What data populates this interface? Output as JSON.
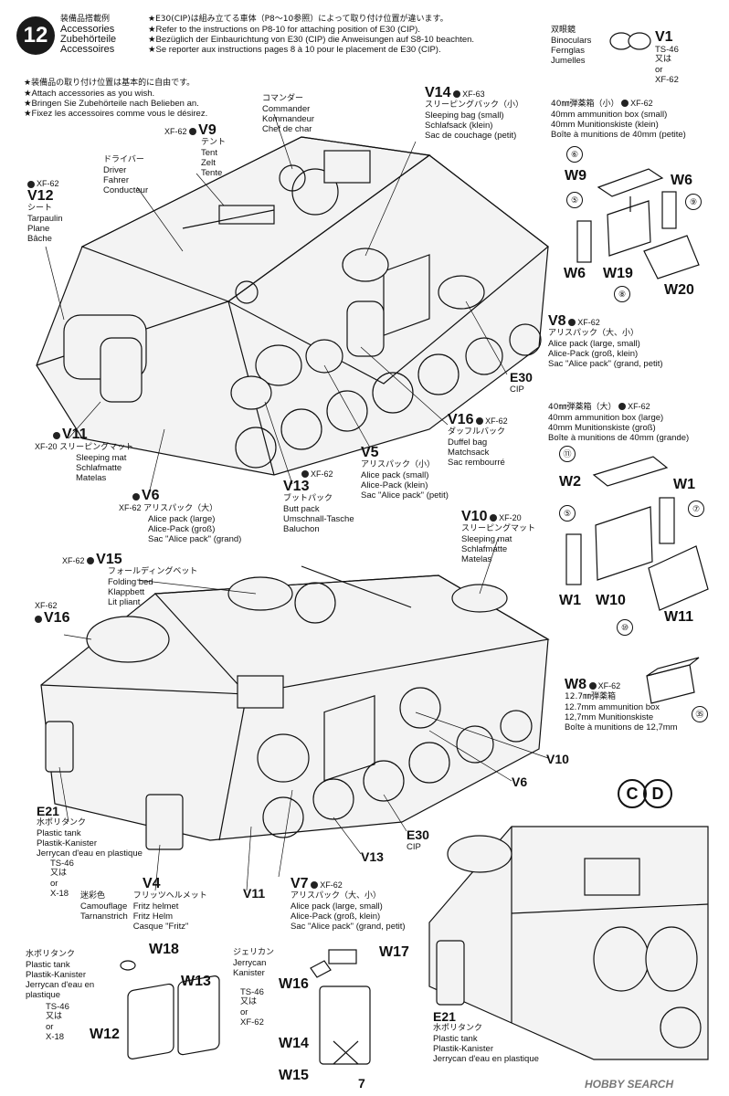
{
  "step": {
    "number": "12",
    "title_jp": "装備品搭載例",
    "title_en": "Accessories",
    "title_de": "Zubehörteile",
    "title_fr": "Accessoires",
    "note_jp": "★E30(CIP)は組み立てる車体（P8〜10参照）によって取り付け位置が違います。",
    "note_en": "★Refer to the instructions on P8-10 for attaching position of E30 (CIP).",
    "note_de": "★Bezüglich der Einbaurichtung von E30 (CIP) die Anweisungen auf S8-10 beachten.",
    "note_fr": "★Se reporter aux instructions pages 8 à 10 pour le placement de E30 (CIP).",
    "wish_jp": "★装備品の取り付け位置は基本的に自由です。",
    "wish_en": "★Attach accessories as you wish.",
    "wish_de": "★Bringen Sie Zubehörteile nach Belieben an.",
    "wish_fr": "★Fixez les accessoires comme vous le désirez."
  },
  "labels": {
    "commander": {
      "jp": "コマンダー",
      "en": "Commander",
      "de": "Kommandeur",
      "fr": "Chef de char"
    },
    "v9": {
      "paint": "XF-62",
      "code": "V9",
      "jp": "テント",
      "en": "Tent",
      "de": "Zelt",
      "fr": "Tente"
    },
    "driver": {
      "jp": "ドライバー",
      "en": "Driver",
      "de": "Fahrer",
      "fr": "Conducteur"
    },
    "v12": {
      "paint": "XF-62",
      "code": "V12",
      "jp": "シート",
      "en": "Tarpaulin",
      "de": "Plane",
      "fr": "Bâche"
    },
    "v14": {
      "paint": "XF-63",
      "code": "V14",
      "jp": "スリーピングバック（小）",
      "en": "Sleeping bag (small)",
      "de": "Schlafsack (klein)",
      "fr": "Sac de couchage (petit)"
    },
    "e30_top": {
      "code": "E30",
      "sub": "CIP"
    },
    "v11": {
      "paint": "XF-20",
      "code": "V11",
      "jp": "スリーピングマット",
      "en": "Sleeping mat",
      "de": "Schlafmatte",
      "fr": "Matelas"
    },
    "v6": {
      "paint": "XF-62",
      "code": "V6",
      "jp": "アリスパック（大）",
      "en": "Alice pack (large)",
      "de": "Alice-Pack (groß)",
      "fr": "Sac \"Alice pack\" (grand)"
    },
    "v5": {
      "code": "V5",
      "jp": "アリスパック（小）",
      "en": "Alice pack (small)",
      "de": "Alice-Pack (klein)",
      "fr": "Sac \"Alice pack\" (petit)"
    },
    "v13": {
      "paint": "XF-62",
      "code": "V13",
      "jp": "ブットパック",
      "en": "Butt pack",
      "de": "Umschnall-Tasche",
      "fr": "Baluchon"
    },
    "v16": {
      "paint": "XF-62",
      "code": "V16",
      "jp": "ダッフルバック",
      "en": "Duffel bag",
      "de": "Matchsack",
      "fr": "Sac rembourré"
    },
    "v15": {
      "paint": "XF-62",
      "code": "V15",
      "jp": "フォールディングベット",
      "en": "Folding bed",
      "de": "Klappbett",
      "fr": "Lit pliant"
    },
    "v16b": {
      "paint": "XF-62",
      "code": "V16"
    },
    "v10": {
      "paint": "XF-20",
      "code": "V10",
      "jp": "スリーピングマット",
      "en": "Sleeping mat",
      "de": "Schlafmatte",
      "fr": "Matelas"
    },
    "e21": {
      "code": "E21",
      "jp": "水ポリタンク",
      "en": "Plastic tank",
      "de": "Plastik-Kanister",
      "fr": "Jerrycan d'eau en plastique",
      "paint1": "TS-46",
      "or_jp": "又は",
      "or_en": "or",
      "paint2": "X-18"
    },
    "v4": {
      "code": "V4",
      "jp_c": "迷彩色",
      "en_c": "Camouflage",
      "de_c": "Tarnanstrich",
      "jp": "フリッツヘルメット",
      "en": "Fritz helmet",
      "de": "Fritz Helm",
      "fr": "Casque \"Fritz\""
    },
    "v7": {
      "paint": "XF-62",
      "code": "V7",
      "jp": "アリスパック（大、小）",
      "en": "Alice pack (large, small)",
      "de": "Alice-Pack (groß, klein)",
      "fr": "Sac \"Alice pack\" (grand, petit)"
    },
    "e30_bottom": {
      "code": "E30",
      "sub": "CIP"
    },
    "v13b": {
      "code": "V13"
    },
    "v11b": {
      "code": "V11"
    },
    "v10b": {
      "code": "V10"
    },
    "v6b": {
      "code": "V6"
    }
  },
  "right_panel": {
    "binoculars": {
      "jp": "双眼鏡",
      "en": "Binoculars",
      "de": "Fernglas",
      "fr": "Jumelles",
      "code": "V1",
      "paint": "TS-46",
      "or_jp": "又は",
      "or_en": "or",
      "paint2": "XF-62"
    },
    "box40_small": {
      "jp": "40㎜弾薬箱（小）",
      "paint": "XF-62",
      "en": "40mm ammunition box (small)",
      "de": "40mm Munitionskiste (klein)",
      "fr": "Boîte à munitions de 40mm (petite)",
      "parts": [
        "W9",
        "W6",
        "W6",
        "W19",
        "W20"
      ],
      "nums": [
        "⑥",
        "⑤",
        "⑨",
        "⑧"
      ]
    },
    "v8": {
      "code": "V8",
      "paint": "XF-62",
      "jp": "アリスパック（大、小）",
      "en": "Alice pack (large, small)",
      "de": "Alice-Pack (groß, klein)",
      "fr": "Sac \"Alice pack\" (grand, petit)"
    },
    "e30_right": {
      "code": "E30",
      "sub": "CIP"
    },
    "box40_large": {
      "jp": "40㎜弾薬箱（大）",
      "paint": "XF-62",
      "en": "40mm ammunition box (large)",
      "de": "40mm Munitionskiste (groß)",
      "fr": "Boîte à munitions de 40mm (grande)",
      "parts": [
        "W2",
        "W1",
        "W1",
        "W10",
        "W11"
      ],
      "nums": [
        "⑪",
        "⑤",
        "⑦",
        "⑩"
      ]
    },
    "w8": {
      "code": "W8",
      "paint": "XF-62",
      "jp": "12.7㎜弾薬箱",
      "en": "12.7mm ammunition box",
      "de": "12,7mm Munitionskiste",
      "fr": "Boîte à munitions de 12,7mm",
      "num": "㉟"
    }
  },
  "bottom": {
    "water_tank": {
      "jp": "水ポリタンク",
      "en": "Plastic tank",
      "de": "Plastik-Kanister",
      "fr": "Jerrycan d'eau en plastique",
      "paint1": "TS-46",
      "or_jp": "又は",
      "or_en": "or",
      "paint2": "X-18",
      "parts": [
        "W18",
        "W13",
        "W12"
      ]
    },
    "jerrycan": {
      "jp": "ジェリカン",
      "en": "Jerrycan",
      "de": "Kanister",
      "paint1": "TS-46",
      "or_jp": "又は",
      "or_en": "or",
      "paint2": "XF-62",
      "parts": [
        "W17",
        "W16",
        "W14",
        "W15"
      ]
    },
    "cd_marker": [
      "C",
      "D"
    ],
    "e21_b": {
      "code": "E21",
      "jp": "水ポリタンク",
      "en": "Plastic tank",
      "de": "Plastik-Kanister",
      "fr": "Jerrycan d'eau en plastique"
    }
  },
  "page_number": "7",
  "watermark": "HOBBY SEARCH"
}
